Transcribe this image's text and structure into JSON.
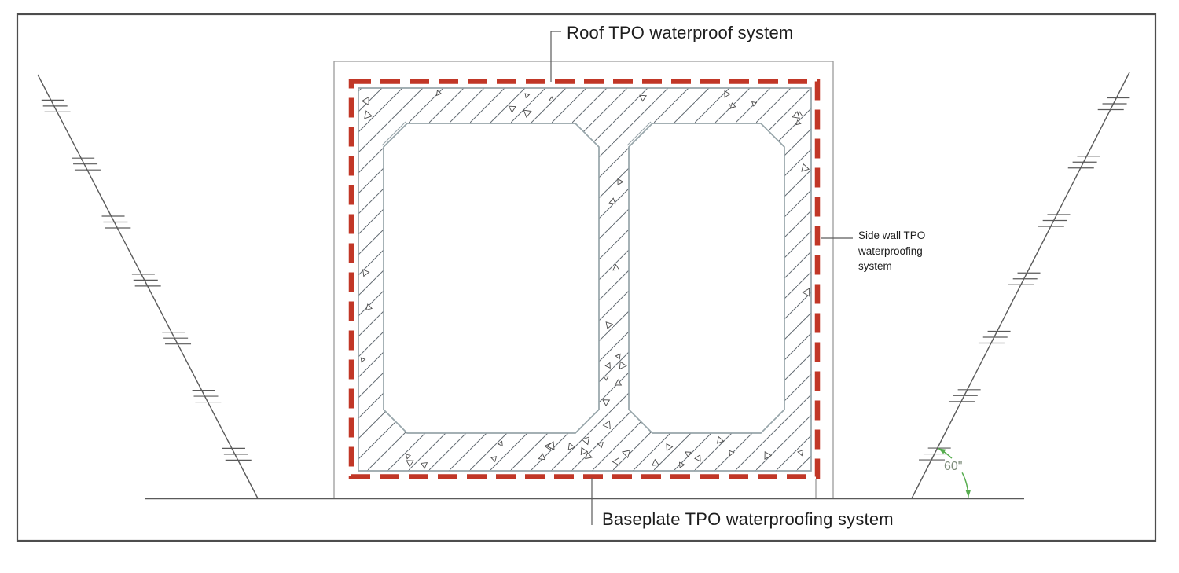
{
  "labels": {
    "roof": "Roof TPO waterproof system",
    "side_wall_lines": [
      "Side wall TPO",
      "waterproofing",
      "system"
    ],
    "baseplate": "Baseplate TPO waterproofing system",
    "slope_angle": "60\""
  },
  "colors": {
    "membrane_red": "#c13727",
    "concrete_outline": "#97a5aa",
    "hatch_line": "#646c73",
    "aggregate_outline": "#4a4a4a",
    "drawing_line": "#5a5a5a",
    "excavation_line": "#9b9b9b",
    "frame": "#4d4d4d",
    "angle_green": "#57ad4f",
    "angle_text": "#7e8d7b",
    "label_text": "#1d1d1d"
  }
}
